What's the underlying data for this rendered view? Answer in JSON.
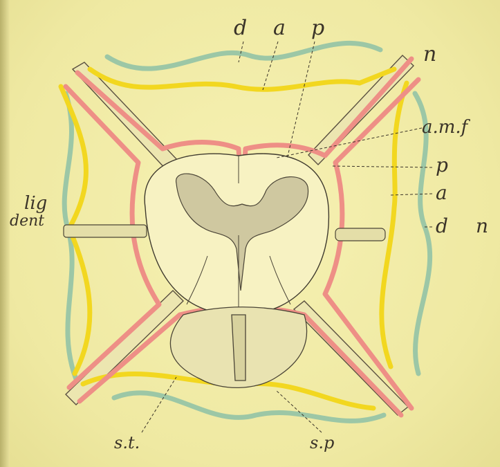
{
  "figure": {
    "labels": {
      "d_top": "d",
      "a_top": "a",
      "p_top": "p",
      "n_top": "n",
      "amf": "a.m.f",
      "p_right": "p",
      "a_right": "a",
      "d_right": "d",
      "n_right": "n",
      "lig": "lig",
      "dent": "dent",
      "st": "s.t.",
      "sp": "s.p"
    },
    "colors": {
      "paper": "#f1eca6",
      "dura_green": "#9cc7a6",
      "arachnoid_yellow": "#f2d720",
      "pia_red": "#ee8f86",
      "ink": "#3a3328"
    }
  }
}
